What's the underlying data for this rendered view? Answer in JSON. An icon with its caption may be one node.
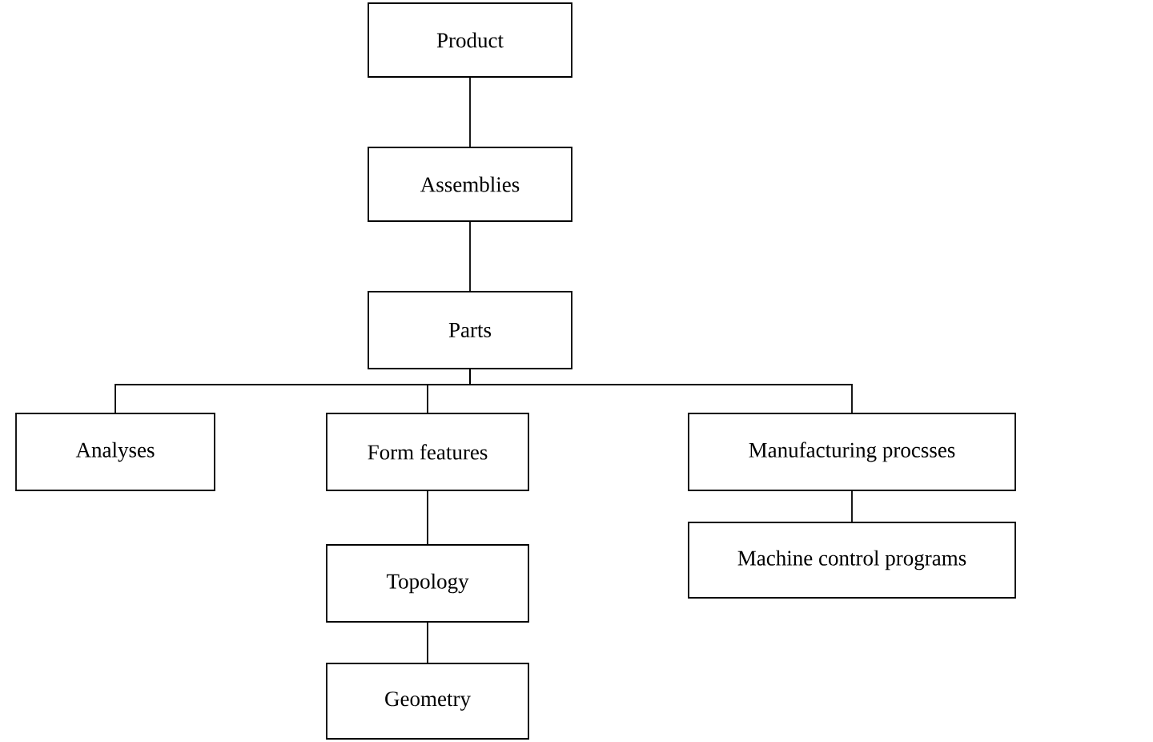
{
  "diagram": {
    "nodes": [
      {
        "text": [
          "Product"
        ]
      },
      {
        "text": [
          "Assemblies"
        ]
      },
      {
        "text": [
          "Parts"
        ]
      },
      {
        "text": [
          "Analyses"
        ]
      },
      {
        "text": [
          "Form features"
        ]
      },
      {
        "text": [
          "Manufacturing procsses"
        ]
      },
      {
        "text": [
          "Topology"
        ]
      },
      {
        "text": [
          "Machine control programs"
        ]
      },
      {
        "text": [
          "Geometry"
        ]
      }
    ],
    "edges": [
      {
        "from": 0,
        "to": 1,
        "arrow": "none"
      },
      {
        "from": 1,
        "to": 2,
        "arrow": "none"
      },
      {
        "from": 2,
        "to": 3,
        "arrow": "none"
      },
      {
        "from": 2,
        "to": 4,
        "arrow": "none"
      },
      {
        "from": 2,
        "to": 5,
        "arrow": "none"
      },
      {
        "from": 4,
        "to": 6,
        "arrow": "none"
      },
      {
        "from": 5,
        "to": 7,
        "arrow": "none"
      },
      {
        "from": 6,
        "to": 8,
        "arrow": "none"
      }
    ]
  }
}
